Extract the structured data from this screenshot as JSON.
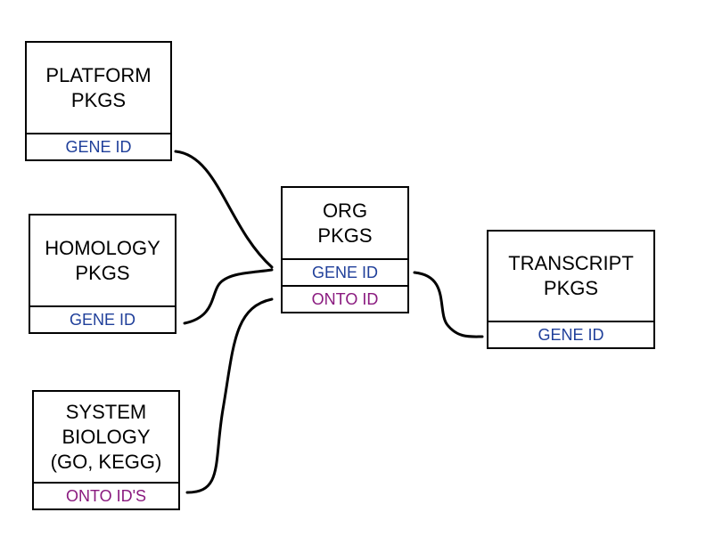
{
  "platform": {
    "title_lines": [
      "PLATFORM",
      "PKGS"
    ],
    "field": "GENE ID"
  },
  "homology": {
    "title_lines": [
      "HOMOLOGY",
      "PKGS"
    ],
    "field": "GENE ID"
  },
  "system": {
    "title_lines": [
      "SYSTEM",
      "BIOLOGY",
      "(GO, KEGG)"
    ],
    "field": "ONTO ID'S"
  },
  "org": {
    "title_lines": [
      "ORG",
      "PKGS"
    ],
    "fields": [
      "GENE ID",
      "ONTO ID"
    ]
  },
  "transcript": {
    "title_lines": [
      "TRANSCRIPT",
      "PKGS"
    ],
    "field": "GENE ID"
  },
  "colors": {
    "gene_id": "#1f3f9a",
    "onto_id": "#8a1a7f",
    "lines": "#000000"
  }
}
